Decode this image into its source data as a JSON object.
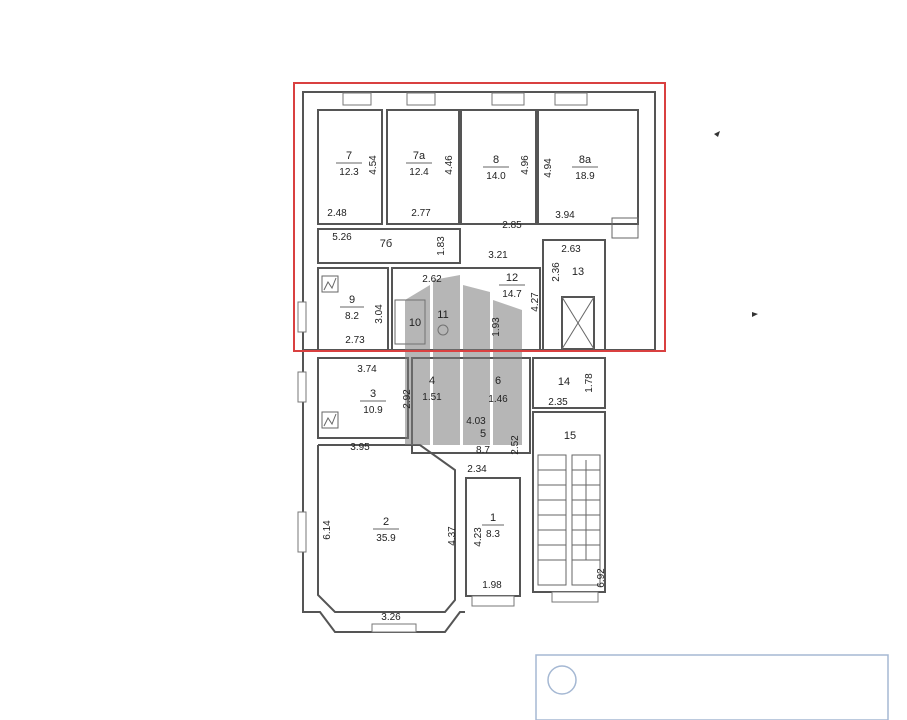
{
  "rooms": [
    {
      "id": "r7",
      "num": "7",
      "area": "12.3"
    },
    {
      "id": "r7a",
      "num": "7а",
      "area": "12.4"
    },
    {
      "id": "r8",
      "num": "8",
      "area": "14.0"
    },
    {
      "id": "r8a",
      "num": "8а",
      "area": "18.9"
    },
    {
      "id": "r7b",
      "num": "7б",
      "area": ""
    },
    {
      "id": "r9",
      "num": "9",
      "area": "8.2"
    },
    {
      "id": "r10",
      "num": "10",
      "area": ""
    },
    {
      "id": "r11",
      "num": "11",
      "area": ""
    },
    {
      "id": "r12",
      "num": "12",
      "area": "14.7"
    },
    {
      "id": "r13",
      "num": "13",
      "area": ""
    },
    {
      "id": "r3",
      "num": "3",
      "area": "10.9"
    },
    {
      "id": "r4",
      "num": "4",
      "area": "1.51"
    },
    {
      "id": "r6",
      "num": "6",
      "area": "1.46"
    },
    {
      "id": "r14",
      "num": "14",
      "area": ""
    },
    {
      "id": "r5",
      "num": "5",
      "area": "8.7"
    },
    {
      "id": "r15",
      "num": "15",
      "area": ""
    },
    {
      "id": "r2",
      "num": "2",
      "area": "35.9"
    },
    {
      "id": "r1",
      "num": "1",
      "area": "8.3"
    }
  ],
  "dimensions": {
    "d454": "4.54",
    "d446": "4.46",
    "d496": "4.96",
    "d494": "4.94",
    "d248": "2.48",
    "d277": "2.77",
    "d285": "2.85",
    "d394": "3.94",
    "d526": "5.26",
    "d183": "1.83",
    "d321": "3.21",
    "d263": "2.63",
    "d262": "2.62",
    "d236": "2.36",
    "d427": "4.27",
    "d304": "3.04",
    "d193": "1.93",
    "d273": "2.73",
    "d374": "3.74",
    "d178": "1.78",
    "d292": "2.92",
    "d403": "4.03",
    "d235": "2.35",
    "d395": "3.95",
    "d252": "2.52",
    "d234": "2.34",
    "d614": "6.14",
    "d437": "4.37",
    "d423": "4.23",
    "d198": "1.98",
    "d692": "6.92",
    "d326": "3.26"
  }
}
